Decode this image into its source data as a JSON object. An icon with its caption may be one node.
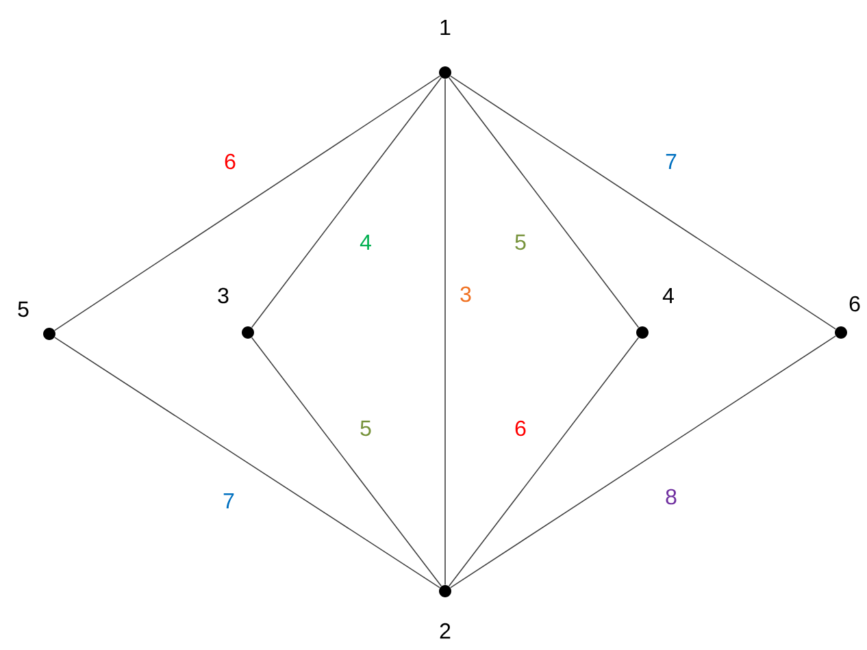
{
  "diagram": {
    "nodes": [
      {
        "text": [],
        "shape": "circle",
        "beside": [
          "1"
        ]
      },
      {
        "text": [],
        "shape": "circle",
        "beside": [
          "5"
        ]
      },
      {
        "text": [],
        "shape": "circle",
        "beside": [
          "3"
        ]
      },
      {
        "text": [],
        "shape": "circle",
        "beside": [
          "4"
        ]
      },
      {
        "text": [],
        "shape": "circle",
        "beside": [
          "6"
        ]
      },
      {
        "text": [],
        "shape": "circle",
        "beside": [
          "2"
        ]
      }
    ],
    "edges": [
      {
        "from": 0,
        "to": 1,
        "arrow": "none",
        "label": "6"
      },
      {
        "from": 0,
        "to": 2,
        "arrow": "none",
        "label": "4"
      },
      {
        "from": 0,
        "to": 5,
        "arrow": "none",
        "label": "3"
      },
      {
        "from": 0,
        "to": 3,
        "arrow": "none",
        "label": "5"
      },
      {
        "from": 0,
        "to": 4,
        "arrow": "none",
        "label": "7"
      },
      {
        "from": 1,
        "to": 5,
        "arrow": "none",
        "label": "7"
      },
      {
        "from": 2,
        "to": 5,
        "arrow": "none",
        "label": "5"
      },
      {
        "from": 3,
        "to": 5,
        "arrow": "none",
        "label": "6"
      },
      {
        "from": 4,
        "to": 5,
        "arrow": "none",
        "label": "8"
      }
    ]
  }
}
